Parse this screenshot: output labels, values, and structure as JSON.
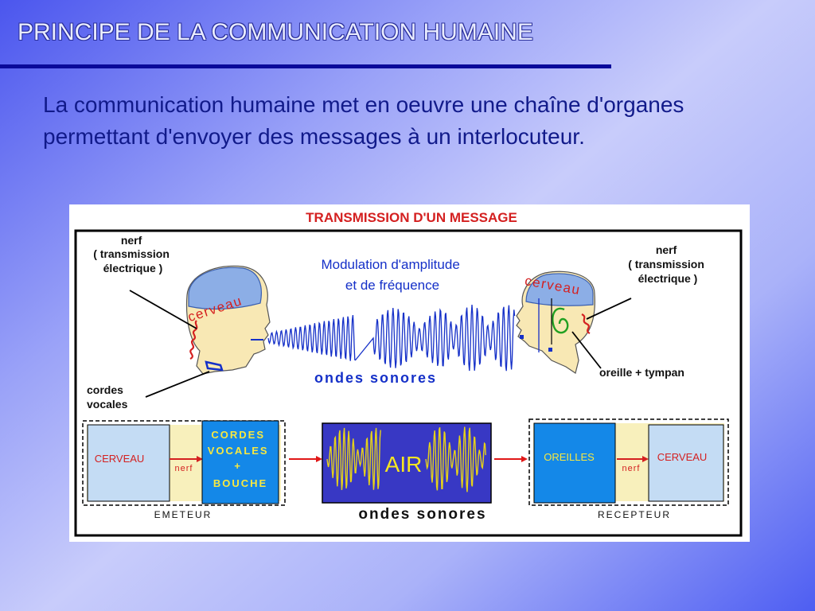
{
  "slide": {
    "title": "PRINCIPE DE LA COMMUNICATION HUMAINE",
    "intro": "La communication humaine met en oeuvre une chaîne d'organes permettant d'envoyer des messages à un interlocuteur."
  },
  "diagram": {
    "title": "TRANSMISSION D'UN MESSAGE",
    "left_nerf_label": [
      "nerf",
      "( transmission",
      "électrique )"
    ],
    "right_nerf_label": [
      "nerf",
      "( transmission",
      "électrique )"
    ],
    "brain_label": "cerveau",
    "modulation_label": [
      "Modulation d'amplitude",
      "et de fréquence"
    ],
    "waves_label": "ondes sonores",
    "cordes_label": [
      "cordes",
      "vocales"
    ],
    "oreille_label": "oreille + tympan",
    "emitter": {
      "cerveau": "CERVEAU",
      "nerf": "nerf",
      "organs": [
        "CORDES",
        "VOCALES",
        "+",
        "BOUCHE"
      ],
      "caption": "EMETEUR"
    },
    "medium": {
      "label": "AIR",
      "caption": "ondes sonores"
    },
    "receiver": {
      "oreilles": "OREILLES",
      "nerf": "nerf",
      "cerveau": "CERVEAU",
      "caption": "RECEPTEUR"
    },
    "colors": {
      "title_red": "#d42020",
      "label_blue": "#1530c8",
      "block_light": "#c4dcf4",
      "block_blue": "#1488e8",
      "air_box": "#3838c4",
      "wave_yellow": "#e6d21a",
      "arrow_red": "#e01818",
      "brain": "#8caee6",
      "skin": "#f8e8b4",
      "ear_green": "#22a022"
    }
  }
}
